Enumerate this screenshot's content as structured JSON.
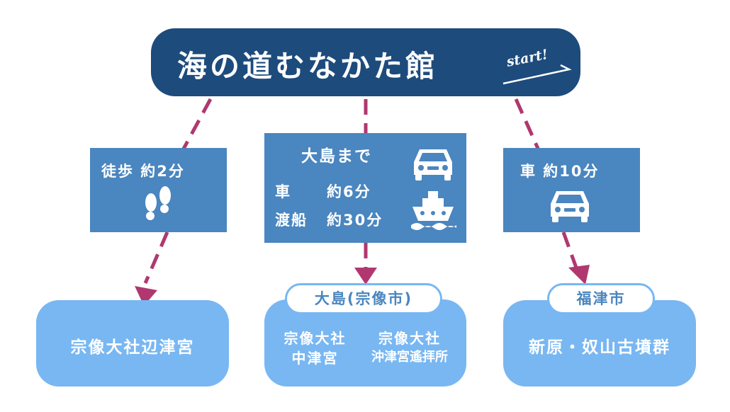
{
  "title": {
    "main": "海の道むなかた館",
    "start": "start!"
  },
  "routes": {
    "left": {
      "line": "徒歩 約2分",
      "icon": "footprints-icon"
    },
    "center": {
      "heading": "大島まで",
      "car_label": "車",
      "car_time": "約6分",
      "ferry_label": "渡船",
      "ferry_time": "約30分",
      "icons": [
        "car-icon",
        "ferry-icon"
      ]
    },
    "right": {
      "line": "車 約10分",
      "icon": "car-icon"
    }
  },
  "destinations": {
    "left": {
      "name": "宗像大社辺津宮"
    },
    "center": {
      "area": "大島(宗像市)",
      "site1_line1": "宗像大社",
      "site1_line2": "中津宮",
      "site2_line1": "宗像大社",
      "site2_line2": "沖津宮遙拝所"
    },
    "right": {
      "area": "福津市",
      "name": "新原・奴山古墳群"
    }
  },
  "colors": {
    "title_bg": "#1d4b7c",
    "panel_bg": "#4a86bf",
    "dest_bg": "#78b7f2",
    "arrow": "#b0386f",
    "text": "#ffffff"
  }
}
